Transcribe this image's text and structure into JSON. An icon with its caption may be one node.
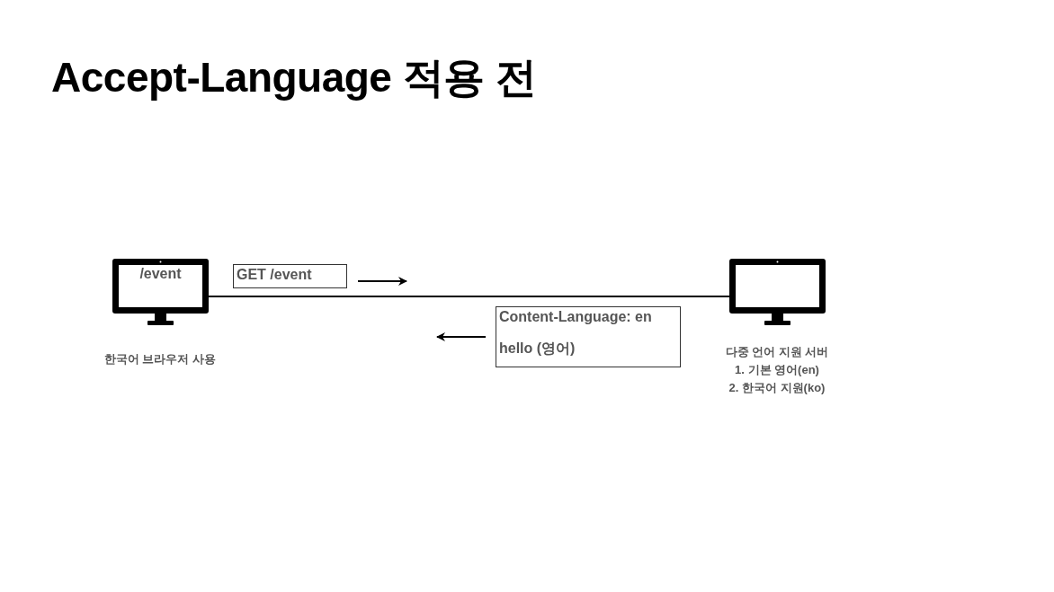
{
  "diagram": {
    "title": "Accept-Language 적용 전",
    "nodes": [
      {
        "text": [
          "/event"
        ],
        "beside": [
          "한국어 브라우저 사용"
        ]
      },
      {
        "text": [
          "GET /event"
        ]
      },
      {
        "text": [
          "Content-Language: en",
          "hello (영어)"
        ]
      },
      {
        "text": [],
        "shape": "monitor",
        "beside": [
          "다중 언어 지원 서버",
          "1. 기본 영어(en)",
          "2. 한국어 지원(ko)"
        ]
      }
    ],
    "edges": [
      {
        "from": 0,
        "to": 3,
        "arrow": "none"
      }
    ]
  }
}
